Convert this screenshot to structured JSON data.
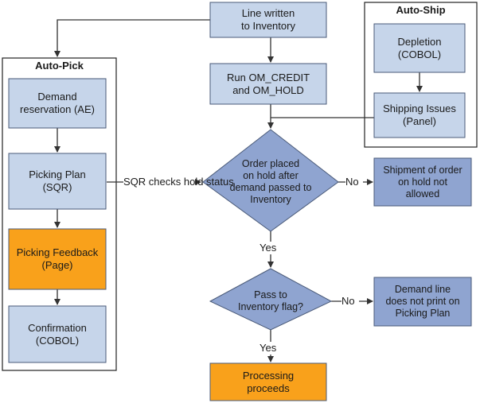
{
  "colors": {
    "box_fill": "#c6d5ea",
    "dark_fill": "#8fa4d0",
    "orange_fill": "#f9a11b",
    "stroke": "#4a5a78",
    "container_stroke": "#222222",
    "arrow": "#333333"
  },
  "containers": {
    "auto_pick": "Auto-Pick",
    "auto_ship": "Auto-Ship"
  },
  "nodes": {
    "line_written": "Line written\nto Inventory",
    "run_om": "Run OM_CREDIT\nand OM_HOLD",
    "depletion": "Depletion\n(COBOL)",
    "shipping_issues": "Shipping Issues\n(Panel)",
    "demand_reservation": "Demand\nreservation (AE)",
    "picking_plan": "Picking Plan\n(SQR)",
    "picking_feedback": "Picking Feedback\n(Page)",
    "confirmation": "Confirmation\n(COBOL)",
    "order_on_hold": "Order placed\non hold after\ndemand passed to\nInventory",
    "shipment_not_allowed": "Shipment of order\non hold not\nallowed",
    "pass_flag": "Pass to\nInventory flag?",
    "demand_not_print": "Demand line\ndoes not print on\nPicking Plan",
    "processing_proceeds": "Processing\nproceeds"
  },
  "edges": {
    "sqr_checks": "SQR checks\nhold status",
    "no_1": "No",
    "yes_1": "Yes",
    "no_2": "No",
    "yes_2": "Yes"
  }
}
